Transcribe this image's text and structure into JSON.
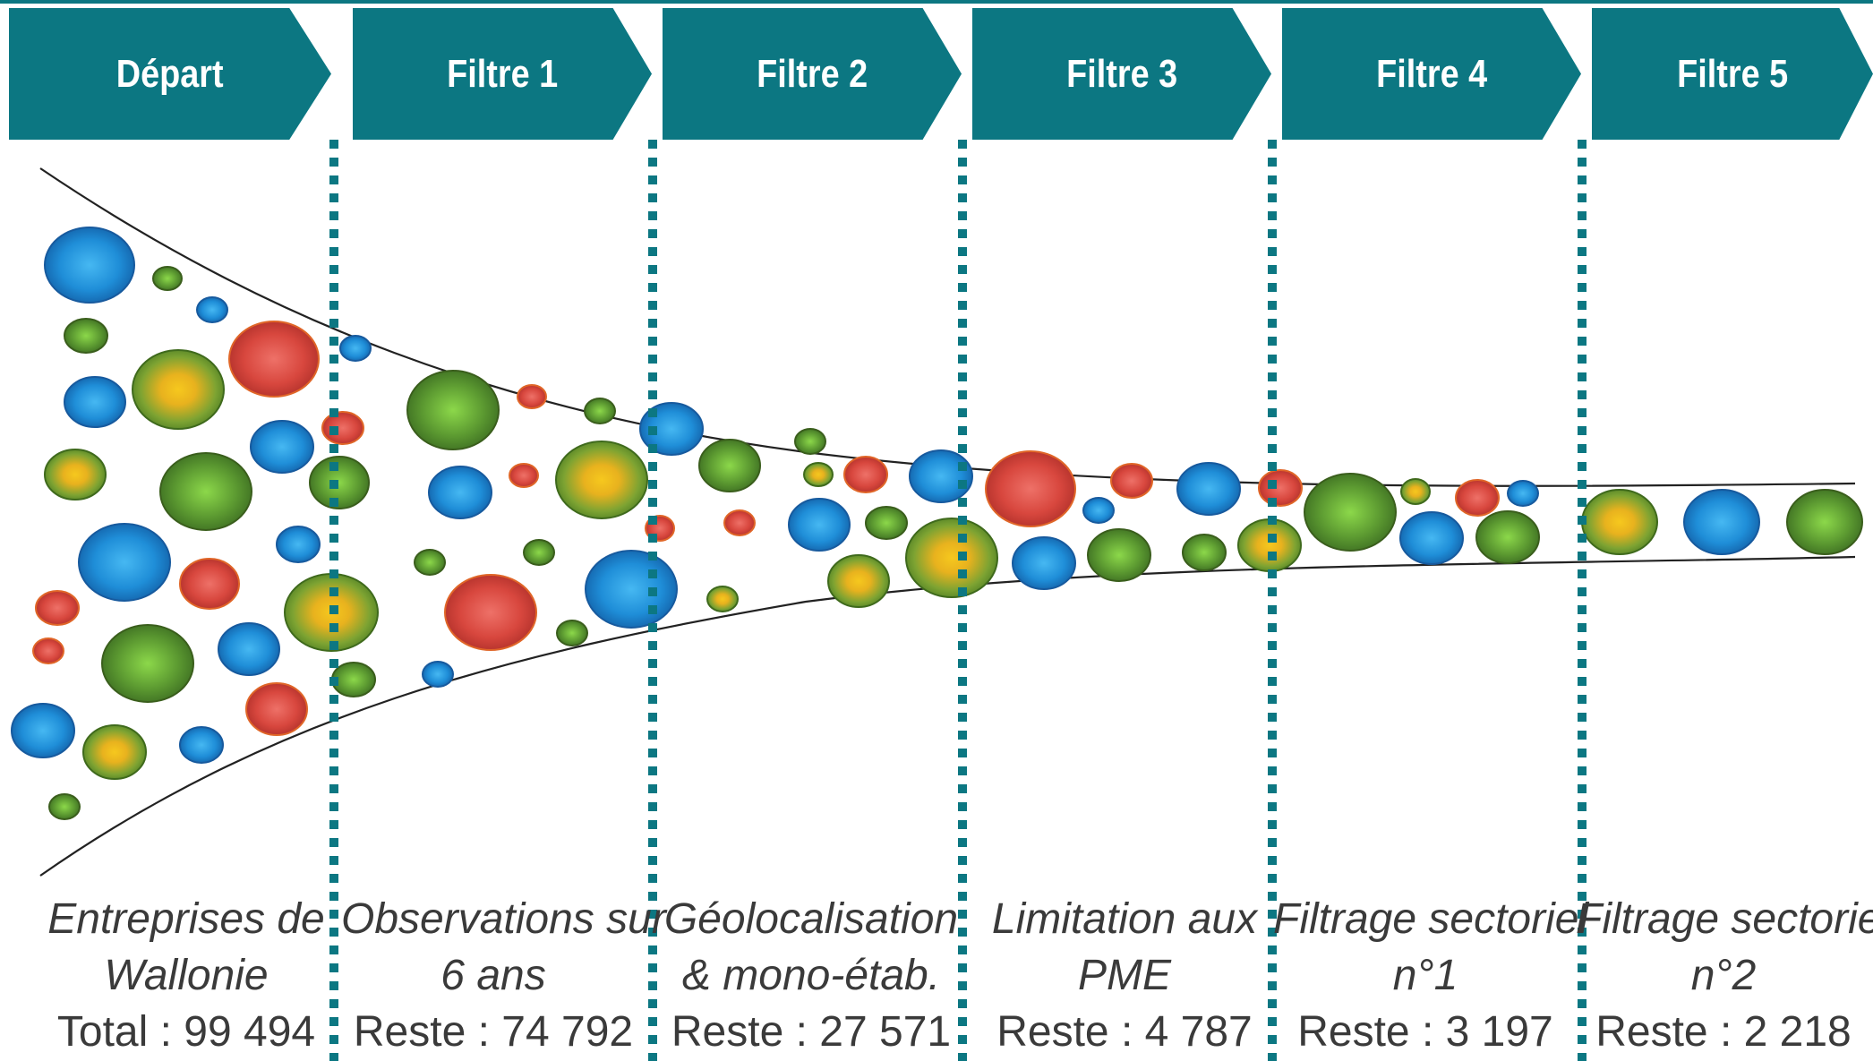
{
  "colors": {
    "teal": "#0c7782",
    "blue": "#1f8ed8",
    "green": "#5c9a31",
    "red": "#d8473e",
    "yellow": "#e8b21e",
    "text": "#3a3a3a"
  },
  "stages": [
    {
      "header": "Départ",
      "desc1": "Entreprises de",
      "desc2": "Wallonie",
      "count": "Total : 99 494"
    },
    {
      "header": "Filtre 1",
      "desc1": "Observations sur",
      "desc2": "6 ans",
      "count": "Reste : 74 792"
    },
    {
      "header": "Filtre 2",
      "desc1": "Géolocalisation",
      "desc2": "& mono-étab.",
      "count": "Reste : 27 571"
    },
    {
      "header": "Filtre 3",
      "desc1": "Limitation aux",
      "desc2": "PME",
      "count": "Reste : 4 787"
    },
    {
      "header": "Filtre 4",
      "desc1": "Filtrage sectoriel",
      "desc2": "n°1",
      "count": "Reste : 3 197"
    },
    {
      "header": "Filtre 5",
      "desc1": "Filtrage sectoriel",
      "desc2": "n°2",
      "count": "Reste : 2 218"
    }
  ]
}
